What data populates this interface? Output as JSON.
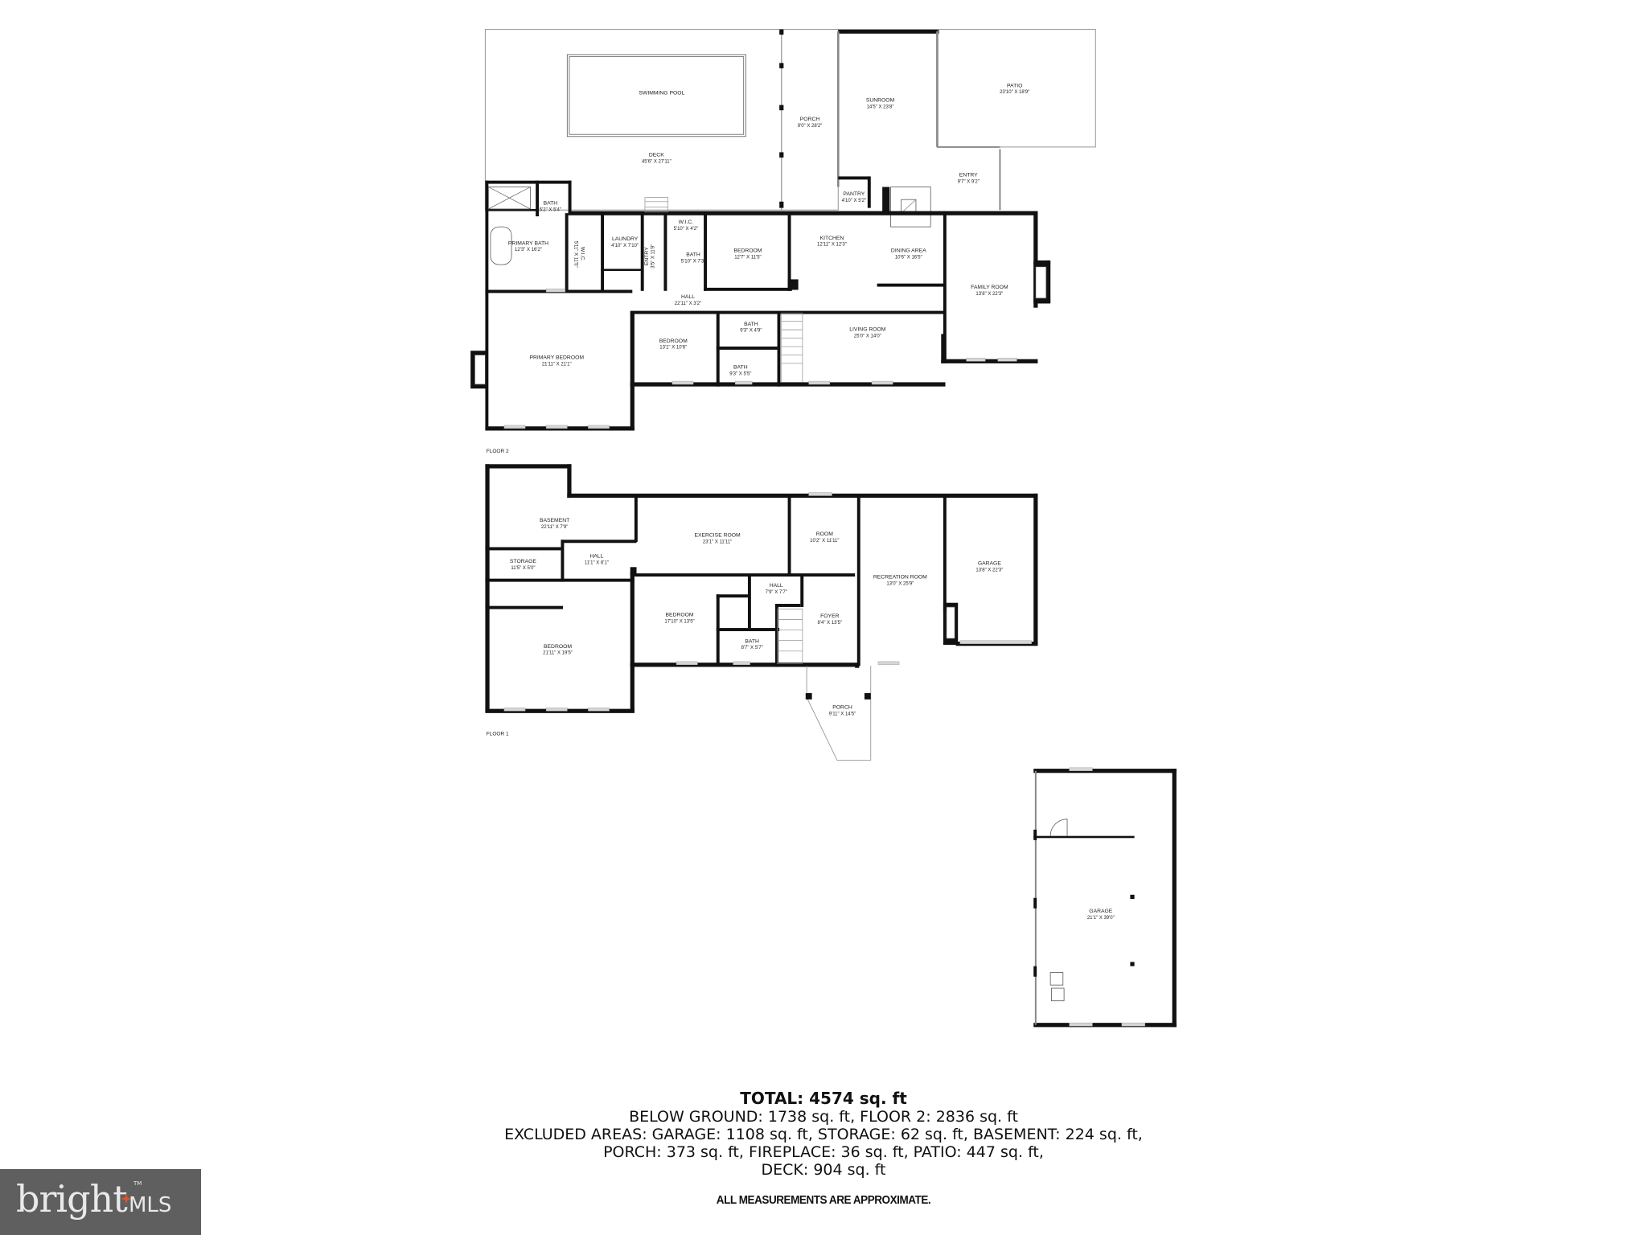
{
  "floor2": {
    "label": "FLOOR 2",
    "rooms": {
      "swimming_pool": {
        "name": "SWIMMING POOL",
        "dim": ""
      },
      "deck": {
        "name": "DECK",
        "dim": "45'6\" X 27'11\""
      },
      "porch": {
        "name": "PORCH",
        "dim": "9'0\" X 28'2\""
      },
      "sunroom": {
        "name": "SUNROOM",
        "dim": "14'5\" X 23'8\""
      },
      "patio": {
        "name": "PATIO",
        "dim": "23'10\" X 18'9\""
      },
      "entry_east": {
        "name": "ENTRY",
        "dim": "9'7\" X 9'2\""
      },
      "pantry": {
        "name": "PANTRY",
        "dim": "4'10\" X 5'2\""
      },
      "bath_top": {
        "name": "BATH",
        "dim": "5'2\" X 5'4\""
      },
      "primary_bath": {
        "name": "PRIMARY BATH",
        "dim": "12'3\" X 16'2\""
      },
      "wic_primary": {
        "name": "W.I.C.",
        "dim": "5'11\" X 11'5\""
      },
      "laundry": {
        "name": "LAUNDRY",
        "dim": "4'10\" X 7'10\""
      },
      "entry_west": {
        "name": "ENTRY",
        "dim": "3'5\" X 11'9\""
      },
      "wic": {
        "name": "W.I.C.",
        "dim": "5'10\" X 4'2\""
      },
      "bath_mid": {
        "name": "BATH",
        "dim": "5'10\" X 7'3\""
      },
      "bedroom_a": {
        "name": "BEDROOM",
        "dim": "12'7\" X 11'5\""
      },
      "kitchen": {
        "name": "KITCHEN",
        "dim": "12'11\" X 12'3\""
      },
      "dining_area": {
        "name": "DINING AREA",
        "dim": "10'6\" X 16'5\""
      },
      "family_room": {
        "name": "FAMILY ROOM",
        "dim": "13'8\" X 22'3\""
      },
      "hall": {
        "name": "HALL",
        "dim": "22'11\" X 3'2\""
      },
      "primary_bedroom": {
        "name": "PRIMARY BEDROOM",
        "dim": "21'11\" X 21'1\""
      },
      "bedroom_b": {
        "name": "BEDROOM",
        "dim": "13'1\" X 10'6\""
      },
      "bath_b1": {
        "name": "BATH",
        "dim": "9'3\" X 4'9\""
      },
      "bath_b2": {
        "name": "BATH",
        "dim": "9'3\" X 5'5\""
      },
      "living_room": {
        "name": "LIVING ROOM",
        "dim": "25'0\" X 14'0\""
      }
    }
  },
  "floor1": {
    "label": "FLOOR 1",
    "rooms": {
      "basement": {
        "name": "BASEMENT",
        "dim": "22'11\" X 7'9\""
      },
      "storage": {
        "name": "STORAGE",
        "dim": "11'5\" X 5'0\""
      },
      "hall_west": {
        "name": "HALL",
        "dim": "11'1\" X 6'1\""
      },
      "exercise_room": {
        "name": "EXERCISE ROOM",
        "dim": "23'1\" X 11'11\""
      },
      "room": {
        "name": "ROOM",
        "dim": "10'2\" X 11'11\""
      },
      "recreation_room": {
        "name": "RECREATION ROOM",
        "dim": "13'0\" X 25'9\""
      },
      "garage_attached": {
        "name": "GARAGE",
        "dim": "13'8\" X 22'3\""
      },
      "bedroom_west": {
        "name": "BEDROOM",
        "dim": "21'11\" X 19'5\""
      },
      "bedroom_mid": {
        "name": "BEDROOM",
        "dim": "17'10\" X 13'5\""
      },
      "hall_mid": {
        "name": "HALL",
        "dim": "7'9\" X 7'7\""
      },
      "bath": {
        "name": "BATH",
        "dim": "8'7\" X 5'7\""
      },
      "foyer": {
        "name": "FOYER",
        "dim": "8'4\" X 13'5\""
      },
      "porch": {
        "name": "PORCH",
        "dim": "9'11\" X 14'5\""
      }
    }
  },
  "detached_garage": {
    "name": "GARAGE",
    "dim": "21'1\" X 39'0\""
  },
  "summary": {
    "total": "TOTAL: 4574 sq. ft",
    "line1": "BELOW GROUND: 1738 sq. ft, FLOOR 2: 2836 sq. ft",
    "line2": "EXCLUDED AREAS: GARAGE: 1108 sq. ft, STORAGE: 62 sq. ft, BASEMENT: 224 sq. ft,",
    "line3": "PORCH: 373 sq. ft, FIREPLACE: 36 sq. ft, PATIO: 447 sq. ft,",
    "line4": "DECK: 904 sq. ft",
    "disclaimer": "ALL MEASUREMENTS ARE APPROXIMATE."
  },
  "logo": {
    "word": "bright",
    "suffix": "MLS",
    "tm": "TM",
    "accent": "#e0542e",
    "background": "#5f5f5f"
  }
}
